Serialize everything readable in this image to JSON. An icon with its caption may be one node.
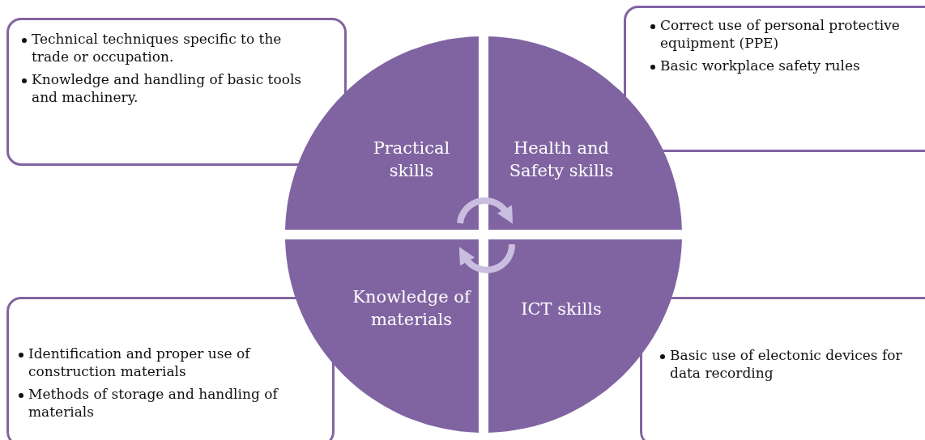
{
  "diagram": {
    "nodes": [
      {
        "text": [
          "Technical techniques specific to the trade or occupation.",
          "Knowledge and handling of basic tools and machinery."
        ]
      },
      {
        "text": [
          "Correct use of personal protective equipment (PPE)",
          "Basic workplace safety rules"
        ]
      },
      {
        "text": [
          "Practical skills"
        ]
      },
      {
        "text": [
          "Health and Safety skills"
        ]
      },
      {
        "text": [
          "Knowledge of materials"
        ]
      },
      {
        "text": [
          "ICT skills"
        ]
      },
      {
        "text": [
          "Identification and proper use of construction materials",
          "Methods of storage and handling of materials"
        ]
      },
      {
        "text": [
          "Basic use of electonic devices for data recording"
        ]
      }
    ],
    "edges": [
      {
        "from": 2,
        "to": 3,
        "arrow": "to"
      },
      {
        "from": 5,
        "to": 4,
        "arrow": "to"
      }
    ]
  }
}
